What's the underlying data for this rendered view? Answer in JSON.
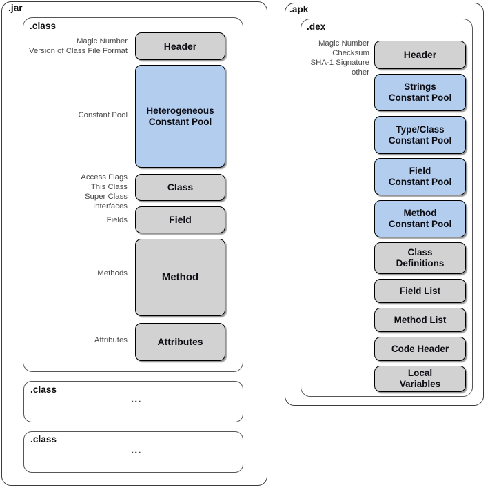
{
  "diagram": {
    "title_left": ".jar",
    "title_right": ".apk"
  },
  "jar": {
    "label": ".jar",
    "class_primary": {
      "label": ".class",
      "annotations": [
        {
          "name": "header-annotation",
          "text": "Magic Number\nVersion of Class File Format"
        },
        {
          "name": "constant-pool-annotation",
          "text": "Constant Pool"
        },
        {
          "name": "class-annotation",
          "text": "Access Flags\nThis Class\nSuper Class\nInterfaces"
        },
        {
          "name": "fields-annotation",
          "text": "Fields"
        },
        {
          "name": "methods-annotation",
          "text": "Methods"
        },
        {
          "name": "attributes-annotation",
          "text": "Attributes"
        }
      ],
      "components": [
        {
          "name": "header-box",
          "text": "Header",
          "color": "gray",
          "fill": "#d2d2d2"
        },
        {
          "name": "heterogeneous-constant-pool-box",
          "text": "Heterogeneous\nConstant Pool",
          "color": "blue",
          "fill": "#b3cdee"
        },
        {
          "name": "class-box",
          "text": "Class",
          "color": "gray",
          "fill": "#d2d2d2"
        },
        {
          "name": "field-box",
          "text": "Field",
          "color": "gray",
          "fill": "#d2d2d2"
        },
        {
          "name": "method-box",
          "text": "Method",
          "color": "gray",
          "fill": "#d2d2d2"
        },
        {
          "name": "attributes-box",
          "text": "Attributes",
          "color": "gray",
          "fill": "#d2d2d2"
        }
      ]
    },
    "class_placeholders": [
      {
        "label": ".class",
        "body": "..."
      },
      {
        "label": ".class",
        "body": "..."
      }
    ]
  },
  "apk": {
    "label": ".apk",
    "dex": {
      "label": ".dex",
      "annotations": [
        {
          "name": "dex-header-annotation",
          "text": "Magic Number\nChecksum\nSHA-1 Signature\nother"
        }
      ],
      "components": [
        {
          "name": "dex-header-box",
          "text": "Header",
          "color": "gray",
          "fill": "#d2d2d2"
        },
        {
          "name": "strings-constant-pool-box",
          "text": "Strings\nConstant Pool",
          "color": "blue",
          "fill": "#b3cdee"
        },
        {
          "name": "type-class-constant-pool-box",
          "text": "Type/Class\nConstant Pool",
          "color": "blue",
          "fill": "#b3cdee"
        },
        {
          "name": "field-constant-pool-box",
          "text": "Field\nConstant Pool",
          "color": "blue",
          "fill": "#b3cdee"
        },
        {
          "name": "method-constant-pool-box",
          "text": "Method\nConstant Pool",
          "color": "blue",
          "fill": "#b3cdee"
        },
        {
          "name": "class-definitions-box",
          "text": "Class\nDefinitions",
          "color": "gray",
          "fill": "#d2d2d2"
        },
        {
          "name": "field-list-box",
          "text": "Field List",
          "color": "gray",
          "fill": "#d2d2d2"
        },
        {
          "name": "method-list-box",
          "text": "Method List",
          "color": "gray",
          "fill": "#d2d2d2"
        },
        {
          "name": "code-header-box",
          "text": "Code Header",
          "color": "gray",
          "fill": "#d2d2d2"
        },
        {
          "name": "local-variables-box",
          "text": "Local\nVariables",
          "color": "gray",
          "fill": "#d2d2d2"
        }
      ]
    }
  },
  "colors": {
    "gray_fill": "#d2d2d2",
    "blue_fill": "#b3cdee",
    "outline": "#000000",
    "container_outline": "#3b3b3b",
    "annotation_text": "#4a4a4a"
  }
}
